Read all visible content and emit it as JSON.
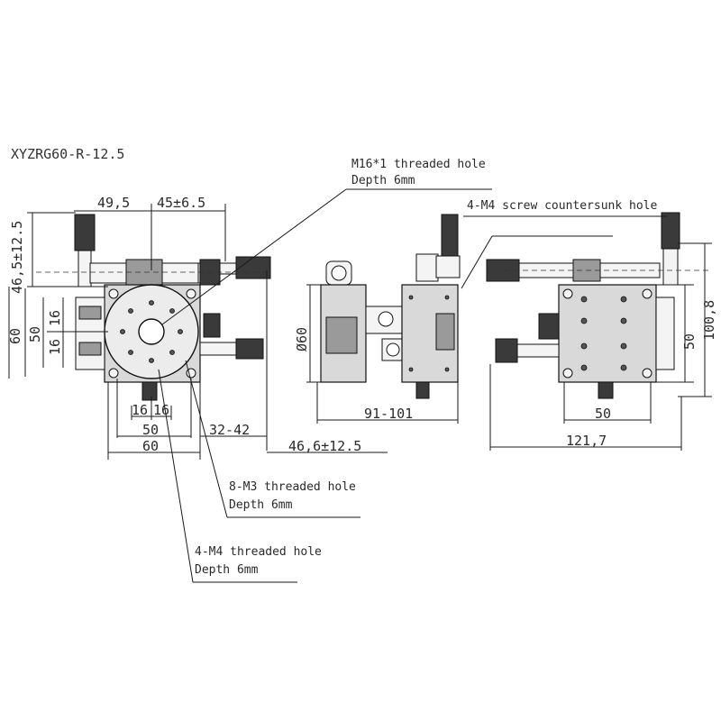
{
  "title": "XYZRG60-R-12.5",
  "callouts": {
    "m16": {
      "line1": "M16*1 threaded hole",
      "line2": "Depth 6mm"
    },
    "countersunk": {
      "line1": "4-M4 screw countersunk hole"
    },
    "m3": {
      "line1": "8-M3 threaded hole",
      "line2": "Depth 6mm"
    },
    "m4": {
      "line1": "4-M4 threaded hole",
      "line2": "Depth 6mm"
    }
  },
  "dimensions": {
    "d_49_5": "49,5",
    "d_45": "45±6.5",
    "d_46_5": "46,5±12.5",
    "d_60_left": "60",
    "d_50_left": "50",
    "d_16_a": "16",
    "d_16_b": "16",
    "d_16_bottom_a": "16",
    "d_16_bottom_b": "16",
    "d_50_bottom": "50",
    "d_60_bottom": "60",
    "d_32_42": "32-42",
    "d_46_6": "46,6±12.5",
    "d_phi60": "Ø60",
    "d_91_101": "91-101",
    "d_50_right": "50",
    "d_100_8": "100,8",
    "d_50_right_bottom": "50",
    "d_121_7": "121,7"
  }
}
